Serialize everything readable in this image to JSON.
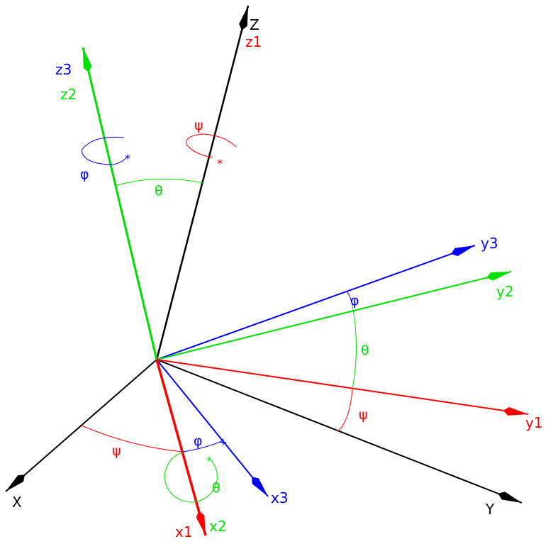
{
  "colors": {
    "fixed": "#000000",
    "first": "#ff0000",
    "second": "#00e000",
    "third": "#0000ff"
  },
  "axes": {
    "X": "X",
    "Y": "Y",
    "Z": "Z",
    "x1": "x1",
    "y1": "y1",
    "z1": "z1",
    "x2": "x2",
    "y2": "y2",
    "z2": "z2",
    "x3": "x3",
    "y3": "y3",
    "z3": "z3"
  },
  "angles": {
    "psi": "ψ",
    "theta": "θ",
    "phi": "φ"
  }
}
